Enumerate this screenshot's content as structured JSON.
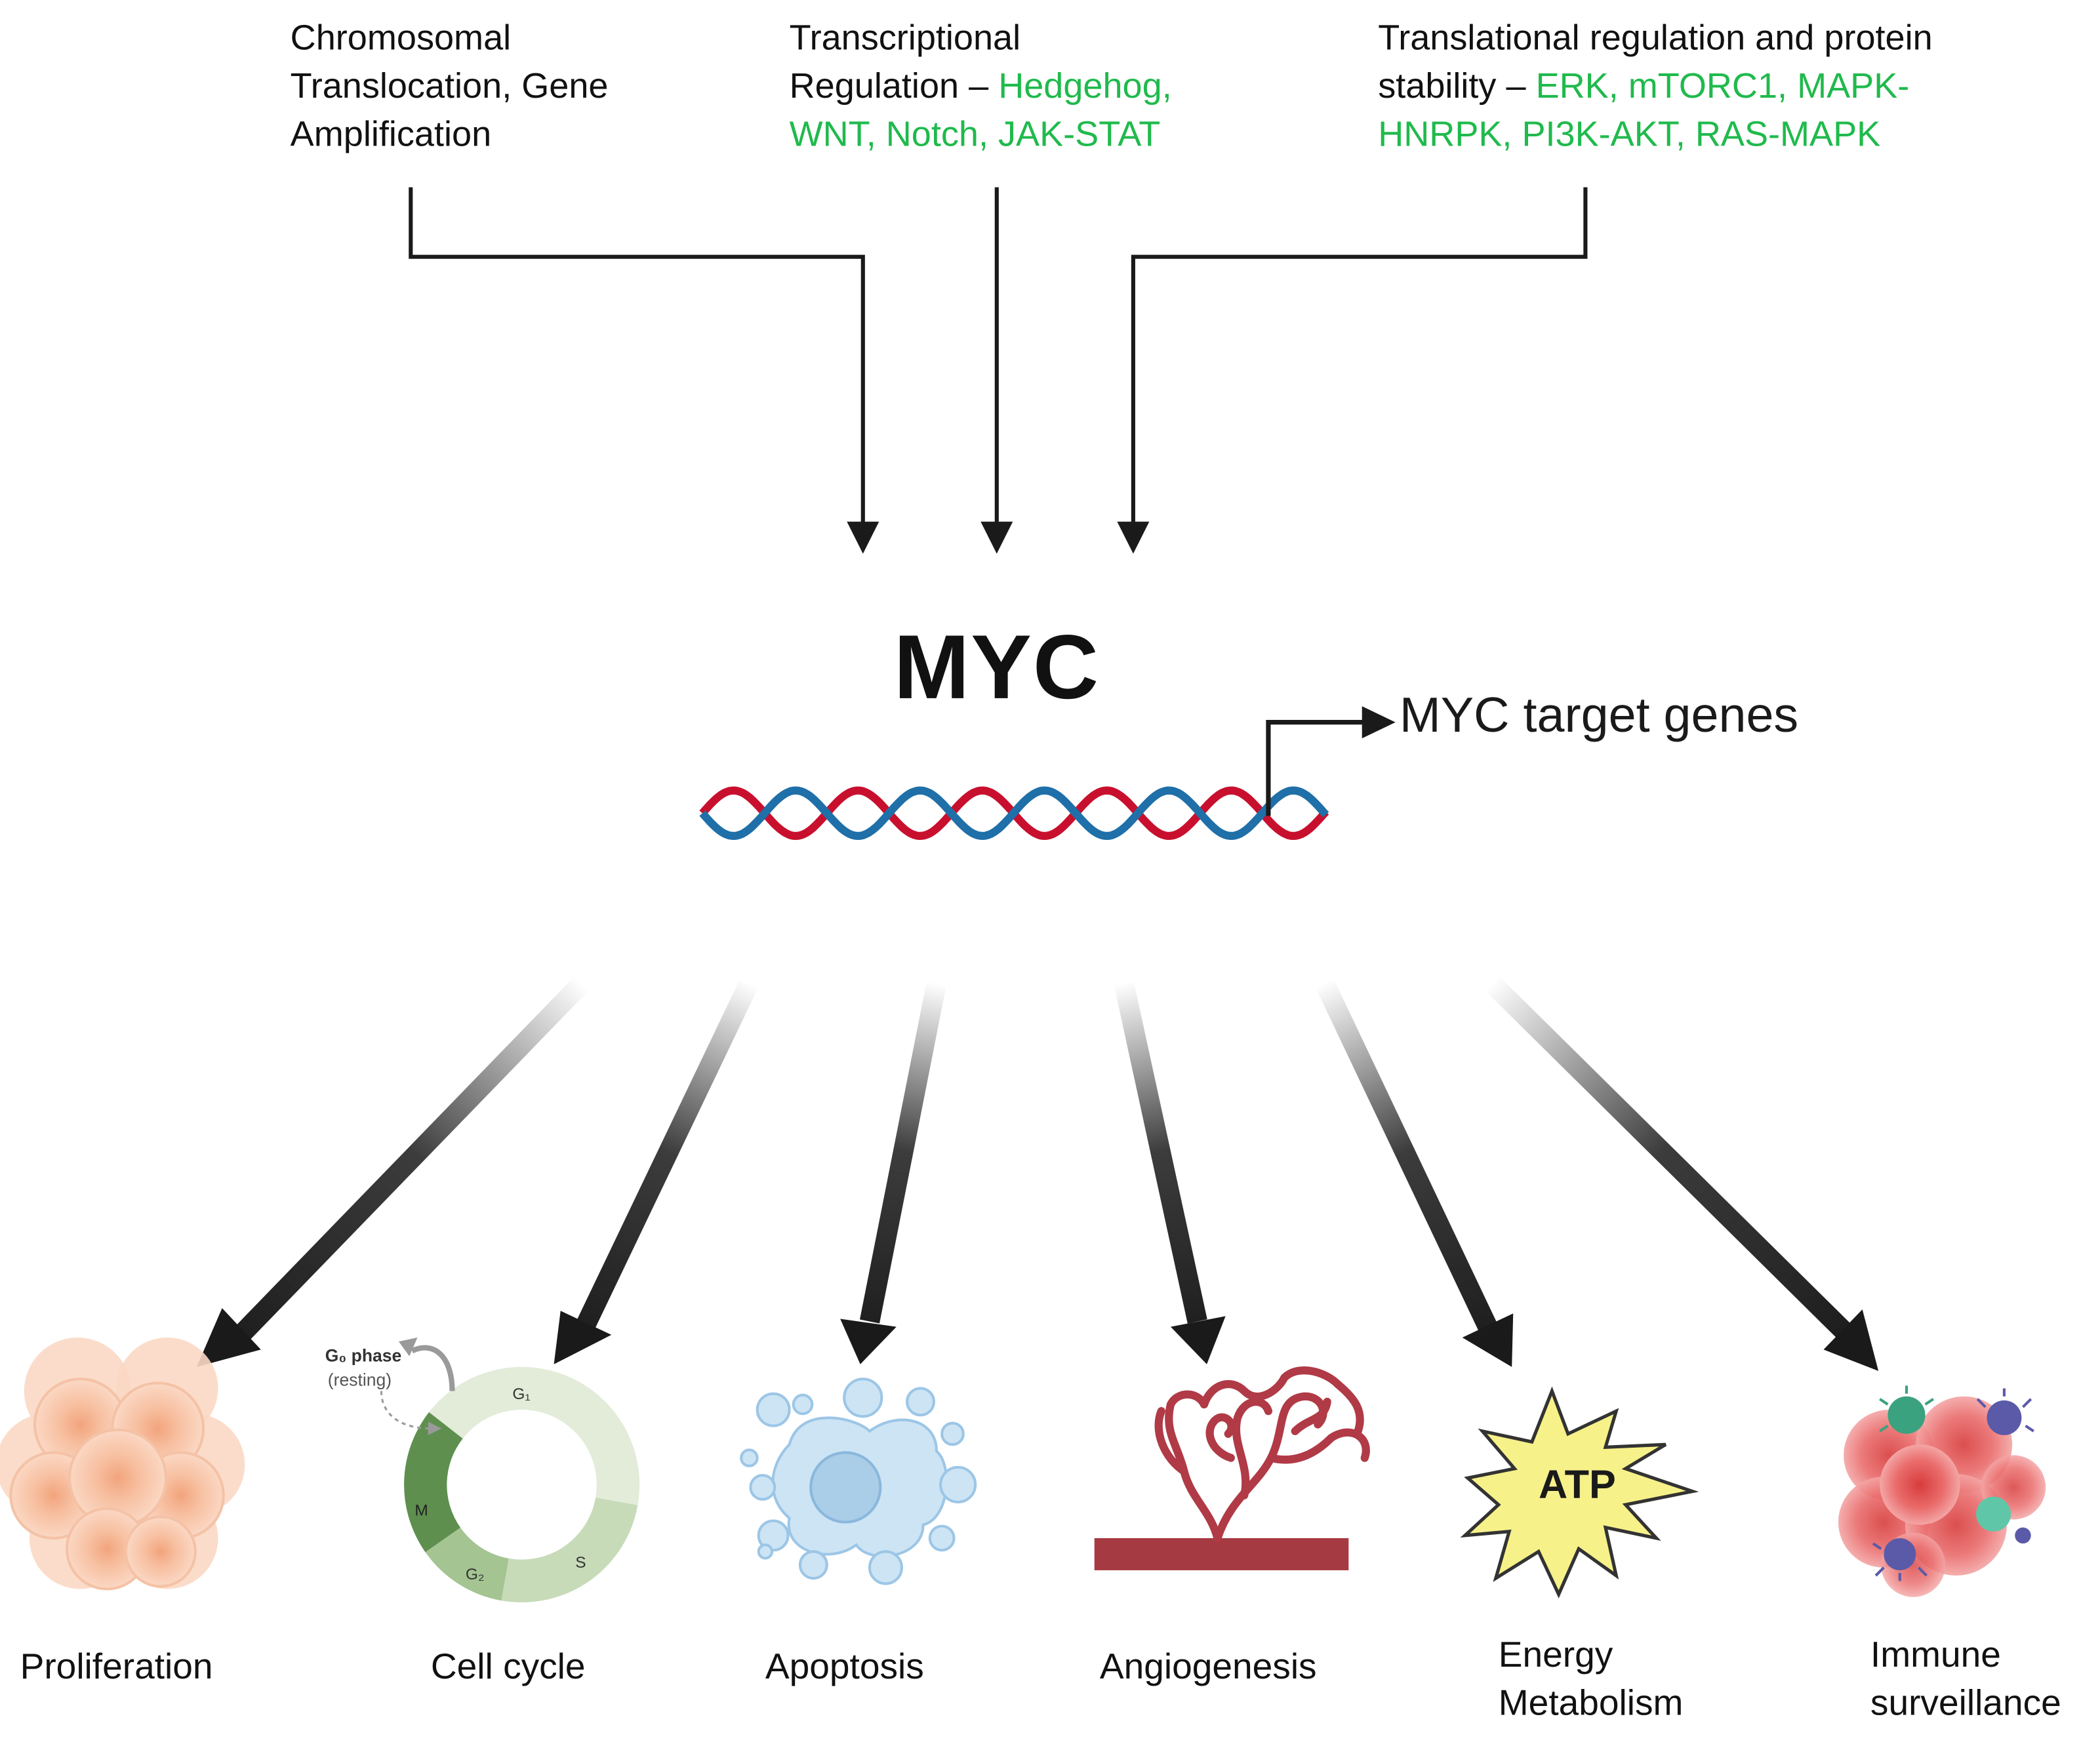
{
  "inputs": {
    "chromosomal": {
      "lines": [
        "Chromosomal",
        "Translocation, Gene",
        "Amplification"
      ]
    },
    "transcriptional": {
      "line1": "Transcriptional",
      "line2_prefix": "Regulation – ",
      "line2_green": "Hedgehog,",
      "line3_green": "WNT, Notch, JAK-STAT"
    },
    "translational": {
      "line1": "Translational regulation and protein",
      "line2_prefix": "stability – ",
      "line2_green": "ERK, mTORC1, MAPK-",
      "line3_green": "HNRPK, PI3K-AKT, RAS-MAPK"
    }
  },
  "center": {
    "title": "MYC",
    "target_label": "MYC target genes"
  },
  "cell_cycle_labels": {
    "g0_phase": "G₀ phase",
    "resting": "(resting)",
    "g1": "G₁",
    "s": "S",
    "g2": "G₂",
    "m": "M"
  },
  "atp_label": "ATP",
  "outcomes": {
    "proliferation": "Proliferation",
    "cell_cycle": "Cell cycle",
    "apoptosis": "Apoptosis",
    "angiogenesis": "Angiogenesis",
    "energy_line1": "Energy",
    "energy_line2": "Metabolism",
    "immune_line1": "Immune",
    "immune_line2": "surveillance"
  },
  "colors": {
    "green_text": "#1fba4c",
    "dna_red": "#c8102e",
    "dna_blue": "#1f6fa8",
    "arrow_dark": "#1a1a1a",
    "cell_cycle_light": "#e2ecd9",
    "cell_cycle_mid": "#a4c492",
    "cell_cycle_dark": "#5e8f4f",
    "vessel_red": "#b03a46",
    "atp_yellow": "#f7f18a"
  }
}
